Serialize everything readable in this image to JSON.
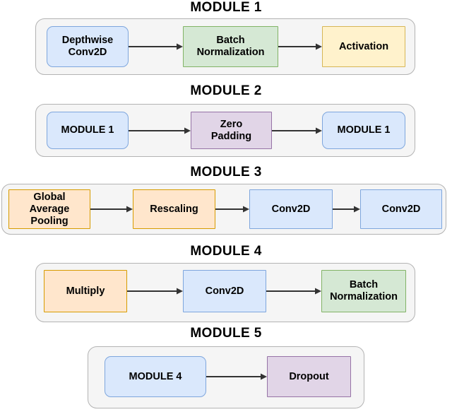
{
  "diagram": {
    "type": "block-flow-diagram",
    "background_color": "#ffffff",
    "palette": {
      "blue_fill": "#dae8fc",
      "blue_stroke": "#7ea6dd",
      "green_fill": "#d5e8d4",
      "green_stroke": "#82b366",
      "yellow_fill": "#fff2cc",
      "yellow_stroke": "#d6b656",
      "purple_fill": "#e1d5e7",
      "purple_stroke": "#9673a6",
      "orange_fill": "#ffe6cc",
      "orange_stroke": "#d79b00",
      "container_fill": "#f5f5f5",
      "container_stroke": "#b3b3b3",
      "arrow_color": "#333333",
      "text_color": "#000000"
    },
    "modules": [
      {
        "title": "MODULE 1",
        "nodes": [
          {
            "label": "Depthwise\nConv2D",
            "color": "blue"
          },
          {
            "label": "Batch\nNormalization",
            "color": "green"
          },
          {
            "label": "Activation",
            "color": "yellow"
          }
        ],
        "flow": "Depthwise Conv2D -> Batch Normalization -> Activation"
      },
      {
        "title": "MODULE 2",
        "nodes": [
          {
            "label": "MODULE 1",
            "color": "blue"
          },
          {
            "label": "Zero\nPadding",
            "color": "purple"
          },
          {
            "label": "MODULE 1",
            "color": "blue"
          }
        ],
        "flow": "MODULE 1 -> Zero Padding -> MODULE 1"
      },
      {
        "title": "MODULE 3",
        "nodes": [
          {
            "label": "Global\nAverage\nPooling",
            "color": "orange"
          },
          {
            "label": "Rescaling",
            "color": "orange"
          },
          {
            "label": "Conv2D",
            "color": "blue"
          },
          {
            "label": "Conv2D",
            "color": "blue"
          }
        ],
        "flow": "Global Average Pooling -> Rescaling -> Conv2D -> Conv2D"
      },
      {
        "title": "MODULE 4",
        "nodes": [
          {
            "label": "Multiply",
            "color": "orange"
          },
          {
            "label": "Conv2D",
            "color": "blue"
          },
          {
            "label": "Batch\nNormalization",
            "color": "green"
          }
        ],
        "flow": "Multiply -> Conv2D -> Batch Normalization"
      },
      {
        "title": "MODULE 5",
        "nodes": [
          {
            "label": "MODULE 4",
            "color": "blue"
          },
          {
            "label": "Dropout",
            "color": "purple"
          }
        ],
        "flow": "MODULE 4 -> Dropout"
      }
    ]
  }
}
